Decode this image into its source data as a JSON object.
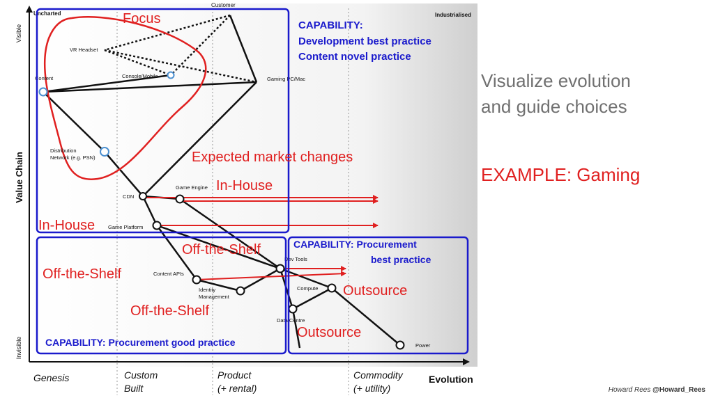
{
  "slide": {
    "title_line1": "Visualize evolution",
    "title_line2": "and guide choices",
    "example": "EXAMPLE: Gaming",
    "credit_name": "Howard Rees",
    "credit_handle": "@Howard_Rees"
  },
  "map": {
    "y_axis": "Value Chain",
    "y_top": "Visible",
    "y_bottom": "Invisible",
    "x_axis": "Evolution",
    "corner_tl": "Uncharted",
    "corner_tr": "Industrialised",
    "stages": [
      {
        "line1": "Genesis",
        "line2": ""
      },
      {
        "line1": "Custom",
        "line2": "Built"
      },
      {
        "line1": "Product",
        "line2": "(+ rental)"
      },
      {
        "line1": "Commodity",
        "line2": "(+ utility)"
      }
    ],
    "components": {
      "customer": "Customer",
      "vr_headset": "VR Headset",
      "console": "Console/Mobile",
      "gaming_pc": "Gaming PC/Mac",
      "content": "Content",
      "distribution_1": "Distribution",
      "distribution_2": "Network (e.g. PSN)",
      "cdn": "CDN",
      "game_engine": "Game Engine",
      "game_platform": "Game Platform",
      "content_apis": "Content APIs",
      "identity_1": "Identity",
      "identity_2": "Management",
      "dev_tools": "Dev Tools",
      "compute": "Compute",
      "data_centre": "Data Centre",
      "power": "Power"
    }
  },
  "annotations": {
    "focus": "Focus",
    "market_changes": "Expected market changes",
    "in_house_1": "In-House",
    "in_house_2": "In-House",
    "off_shelf_1": "Off-the-Shelf",
    "off_shelf_2": "Off-the-Shelf",
    "off_shelf_3": "Off-the-Shelf",
    "outsource_1": "Outsource",
    "outsource_2": "Outsource",
    "cap1_title": "CAPABILITY:",
    "cap1_line1": "Development best practice",
    "cap1_line2": "Content novel practice",
    "cap2_line1": "CAPABILITY: Procurement",
    "cap2_line2": "best practice",
    "cap3": "CAPABILITY: Procurement good practice"
  },
  "colors": {
    "annotation_red": "#e02020",
    "capability_blue": "#1a1acc",
    "map_ink": "#111111"
  }
}
